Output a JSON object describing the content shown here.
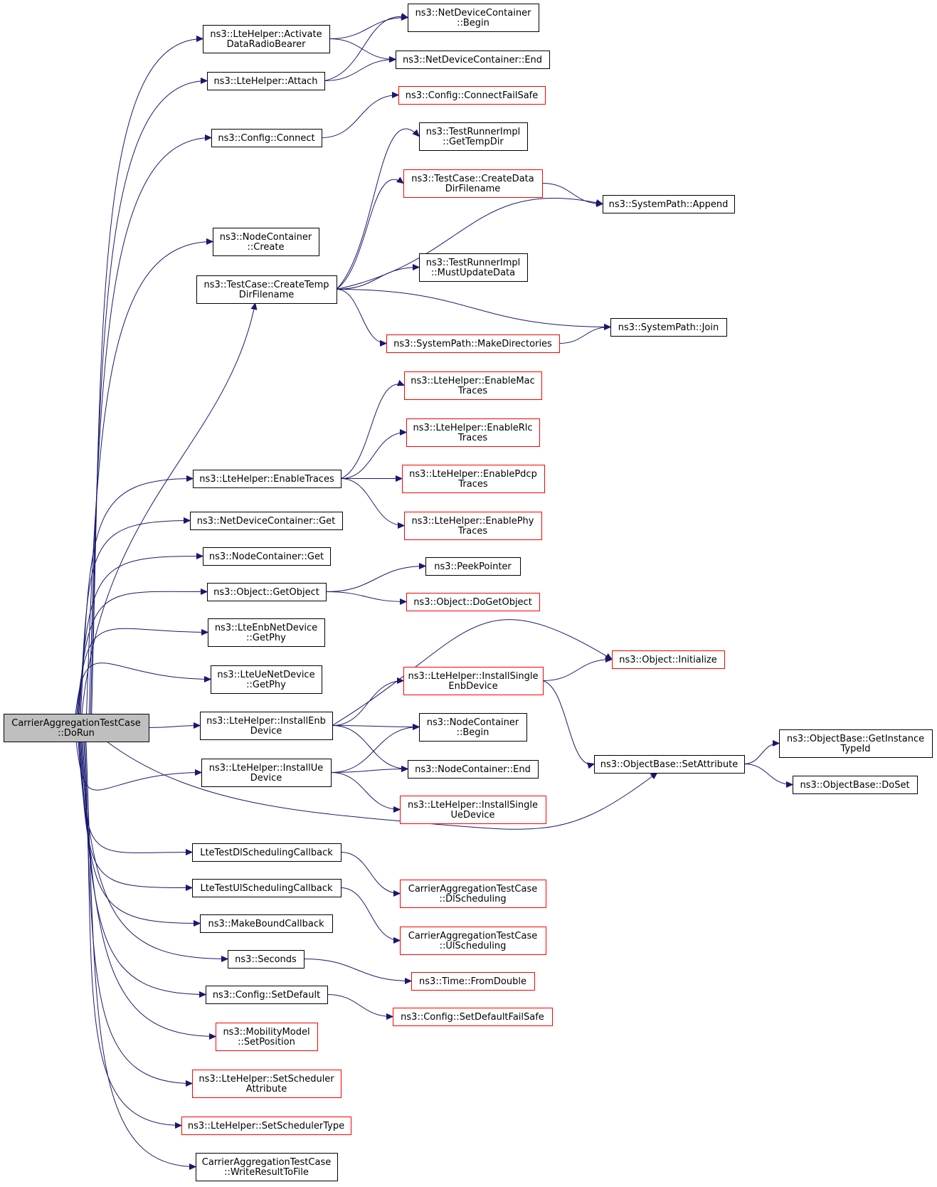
{
  "colors": {
    "edge": "#191970",
    "node_border": "#000000",
    "node_border_incomplete": "#ff0000",
    "root_fill": "#bfbfbf",
    "node_fill": "#ffffff"
  },
  "nodes": [
    {
      "id": "root",
      "lines": [
        "CarrierAggregationTestCase",
        "::DoRun"
      ],
      "style": "root"
    },
    {
      "id": "lte_activate",
      "lines": [
        "ns3::LteHelper::Activate",
        "DataRadioBearer"
      ],
      "style": "normal"
    },
    {
      "id": "lte_attach",
      "lines": [
        "ns3::LteHelper::Attach"
      ],
      "style": "normal"
    },
    {
      "id": "cfg_connect",
      "lines": [
        "ns3::Config::Connect"
      ],
      "style": "normal"
    },
    {
      "id": "nodecont_create",
      "lines": [
        "ns3::NodeContainer",
        "::Create"
      ],
      "style": "normal"
    },
    {
      "id": "tc_createtemp",
      "lines": [
        "ns3::TestCase::CreateTemp",
        "DirFilename"
      ],
      "style": "normal"
    },
    {
      "id": "lte_enabletraces",
      "lines": [
        "ns3::LteHelper::EnableTraces"
      ],
      "style": "normal"
    },
    {
      "id": "ndc_get",
      "lines": [
        "ns3::NetDeviceContainer::Get"
      ],
      "style": "normal"
    },
    {
      "id": "nc_get",
      "lines": [
        "ns3::NodeContainer::Get"
      ],
      "style": "normal"
    },
    {
      "id": "obj_getobject",
      "lines": [
        "ns3::Object::GetObject"
      ],
      "style": "normal"
    },
    {
      "id": "enb_getphy",
      "lines": [
        "ns3::LteEnbNetDevice",
        "::GetPhy"
      ],
      "style": "normal"
    },
    {
      "id": "ue_getphy",
      "lines": [
        "ns3::LteUeNetDevice",
        "::GetPhy"
      ],
      "style": "normal"
    },
    {
      "id": "lte_installenb",
      "lines": [
        "ns3::LteHelper::InstallEnb",
        "Device"
      ],
      "style": "normal"
    },
    {
      "id": "lte_installue",
      "lines": [
        "ns3::LteHelper::InstallUe",
        "Device"
      ],
      "style": "normal"
    },
    {
      "id": "dl_cb",
      "lines": [
        "LteTestDlSchedulingCallback"
      ],
      "style": "normal"
    },
    {
      "id": "ul_cb",
      "lines": [
        "LteTestUlSchedulingCallback"
      ],
      "style": "normal"
    },
    {
      "id": "makebound",
      "lines": [
        "ns3::MakeBoundCallback"
      ],
      "style": "normal"
    },
    {
      "id": "seconds",
      "lines": [
        "ns3::Seconds"
      ],
      "style": "normal"
    },
    {
      "id": "cfg_setdefault",
      "lines": [
        "ns3::Config::SetDefault"
      ],
      "style": "normal"
    },
    {
      "id": "mob_setposition",
      "lines": [
        "ns3::MobilityModel",
        "::SetPosition"
      ],
      "style": "incomplete"
    },
    {
      "id": "lte_setschedattr",
      "lines": [
        "ns3::LteHelper::SetScheduler",
        "Attribute"
      ],
      "style": "incomplete"
    },
    {
      "id": "lte_setschedtype",
      "lines": [
        "ns3::LteHelper::SetSchedulerType"
      ],
      "style": "incomplete"
    },
    {
      "id": "writeresult",
      "lines": [
        "CarrierAggregationTestCase",
        "::WriteResultToFile"
      ],
      "style": "normal"
    },
    {
      "id": "ndc_begin",
      "lines": [
        "ns3::NetDeviceContainer",
        "::Begin"
      ],
      "style": "normal"
    },
    {
      "id": "ndc_end",
      "lines": [
        "ns3::NetDeviceContainer::End"
      ],
      "style": "normal"
    },
    {
      "id": "cfg_connectfs",
      "lines": [
        "ns3::Config::ConnectFailSafe"
      ],
      "style": "incomplete"
    },
    {
      "id": "tri_gettempdir",
      "lines": [
        "ns3::TestRunnerImpl",
        "::GetTempDir"
      ],
      "style": "normal"
    },
    {
      "id": "tc_createdata",
      "lines": [
        "ns3::TestCase::CreateData",
        "DirFilename"
      ],
      "style": "incomplete"
    },
    {
      "id": "tri_mustupdate",
      "lines": [
        "ns3::TestRunnerImpl",
        "::MustUpdateData"
      ],
      "style": "normal"
    },
    {
      "id": "sp_makedirs",
      "lines": [
        "ns3::SystemPath::MakeDirectories"
      ],
      "style": "incomplete"
    },
    {
      "id": "lte_enablemac",
      "lines": [
        "ns3::LteHelper::EnableMac",
        "Traces"
      ],
      "style": "incomplete"
    },
    {
      "id": "lte_enablerlc",
      "lines": [
        "ns3::LteHelper::EnableRlc",
        "Traces"
      ],
      "style": "incomplete"
    },
    {
      "id": "lte_enablepdcp",
      "lines": [
        "ns3::LteHelper::EnablePdcp",
        "Traces"
      ],
      "style": "incomplete"
    },
    {
      "id": "lte_enablephy",
      "lines": [
        "ns3::LteHelper::EnablePhy",
        "Traces"
      ],
      "style": "incomplete"
    },
    {
      "id": "peekpointer",
      "lines": [
        "ns3::PeekPointer"
      ],
      "style": "normal"
    },
    {
      "id": "obj_dogetobject",
      "lines": [
        "ns3::Object::DoGetObject"
      ],
      "style": "incomplete"
    },
    {
      "id": "lte_installsingleenb",
      "lines": [
        "ns3::LteHelper::InstallSingle",
        "EnbDevice"
      ],
      "style": "incomplete"
    },
    {
      "id": "nc_begin",
      "lines": [
        "ns3::NodeContainer",
        "::Begin"
      ],
      "style": "normal"
    },
    {
      "id": "nc_end",
      "lines": [
        "ns3::NodeContainer::End"
      ],
      "style": "normal"
    },
    {
      "id": "lte_installsingleue",
      "lines": [
        "ns3::LteHelper::InstallSingle",
        "UeDevice"
      ],
      "style": "incomplete"
    },
    {
      "id": "ca_dlsched",
      "lines": [
        "CarrierAggregationTestCase",
        "::DlScheduling"
      ],
      "style": "incomplete"
    },
    {
      "id": "ca_ulsched",
      "lines": [
        "CarrierAggregationTestCase",
        "::UlScheduling"
      ],
      "style": "incomplete"
    },
    {
      "id": "time_fromdouble",
      "lines": [
        "ns3::Time::FromDouble"
      ],
      "style": "incomplete"
    },
    {
      "id": "cfg_setdefaultfs",
      "lines": [
        "ns3::Config::SetDefaultFailSafe"
      ],
      "style": "incomplete"
    },
    {
      "id": "sp_append",
      "lines": [
        "ns3::SystemPath::Append"
      ],
      "style": "normal"
    },
    {
      "id": "sp_join",
      "lines": [
        "ns3::SystemPath::Join"
      ],
      "style": "normal"
    },
    {
      "id": "obj_initialize",
      "lines": [
        "ns3::Object::Initialize"
      ],
      "style": "incomplete"
    },
    {
      "id": "ob_setattribute",
      "lines": [
        "ns3::ObjectBase::SetAttribute"
      ],
      "style": "normal"
    },
    {
      "id": "ob_getinstancetypeid",
      "lines": [
        "ns3::ObjectBase::GetInstance",
        "TypeId"
      ],
      "style": "normal"
    },
    {
      "id": "ob_doset",
      "lines": [
        "ns3::ObjectBase::DoSet"
      ],
      "style": "normal"
    }
  ],
  "edges": [
    [
      "root",
      "lte_activate"
    ],
    [
      "root",
      "lte_attach"
    ],
    [
      "root",
      "cfg_connect"
    ],
    [
      "root",
      "nodecont_create"
    ],
    [
      "root",
      "tc_createtemp"
    ],
    [
      "root",
      "lte_enabletraces"
    ],
    [
      "root",
      "ndc_get"
    ],
    [
      "root",
      "nc_get"
    ],
    [
      "root",
      "obj_getobject"
    ],
    [
      "root",
      "enb_getphy"
    ],
    [
      "root",
      "ue_getphy"
    ],
    [
      "root",
      "lte_installenb"
    ],
    [
      "root",
      "lte_installue"
    ],
    [
      "root",
      "ob_setattribute"
    ],
    [
      "root",
      "dl_cb"
    ],
    [
      "root",
      "ul_cb"
    ],
    [
      "root",
      "makebound"
    ],
    [
      "root",
      "seconds"
    ],
    [
      "root",
      "cfg_setdefault"
    ],
    [
      "root",
      "mob_setposition"
    ],
    [
      "root",
      "lte_setschedattr"
    ],
    [
      "root",
      "lte_setschedtype"
    ],
    [
      "root",
      "writeresult"
    ],
    [
      "lte_activate",
      "ndc_begin"
    ],
    [
      "lte_activate",
      "ndc_end"
    ],
    [
      "lte_attach",
      "ndc_begin"
    ],
    [
      "lte_attach",
      "ndc_end"
    ],
    [
      "cfg_connect",
      "cfg_connectfs"
    ],
    [
      "tc_createtemp",
      "tri_gettempdir"
    ],
    [
      "tc_createtemp",
      "tc_createdata"
    ],
    [
      "tc_createtemp",
      "sp_append"
    ],
    [
      "tc_createtemp",
      "tri_mustupdate"
    ],
    [
      "tc_createtemp",
      "sp_join"
    ],
    [
      "tc_createtemp",
      "sp_makedirs"
    ],
    [
      "tc_createdata",
      "sp_append"
    ],
    [
      "sp_makedirs",
      "sp_join"
    ],
    [
      "lte_enabletraces",
      "lte_enablemac"
    ],
    [
      "lte_enabletraces",
      "lte_enablerlc"
    ],
    [
      "lte_enabletraces",
      "lte_enablepdcp"
    ],
    [
      "lte_enabletraces",
      "lte_enablephy"
    ],
    [
      "obj_getobject",
      "peekpointer"
    ],
    [
      "obj_getobject",
      "obj_dogetobject"
    ],
    [
      "lte_installenb",
      "obj_initialize"
    ],
    [
      "lte_installenb",
      "lte_installsingleenb"
    ],
    [
      "lte_installenb",
      "nc_begin"
    ],
    [
      "lte_installenb",
      "nc_end"
    ],
    [
      "lte_installsingleenb",
      "obj_initialize"
    ],
    [
      "lte_installsingleenb",
      "ob_setattribute"
    ],
    [
      "lte_installue",
      "nc_begin"
    ],
    [
      "lte_installue",
      "nc_end"
    ],
    [
      "lte_installue",
      "lte_installsingleue"
    ],
    [
      "ob_setattribute",
      "ob_getinstancetypeid"
    ],
    [
      "ob_setattribute",
      "ob_doset"
    ],
    [
      "dl_cb",
      "ca_dlsched"
    ],
    [
      "ul_cb",
      "ca_ulsched"
    ],
    [
      "seconds",
      "time_fromdouble"
    ],
    [
      "cfg_setdefault",
      "cfg_setdefaultfs"
    ]
  ]
}
